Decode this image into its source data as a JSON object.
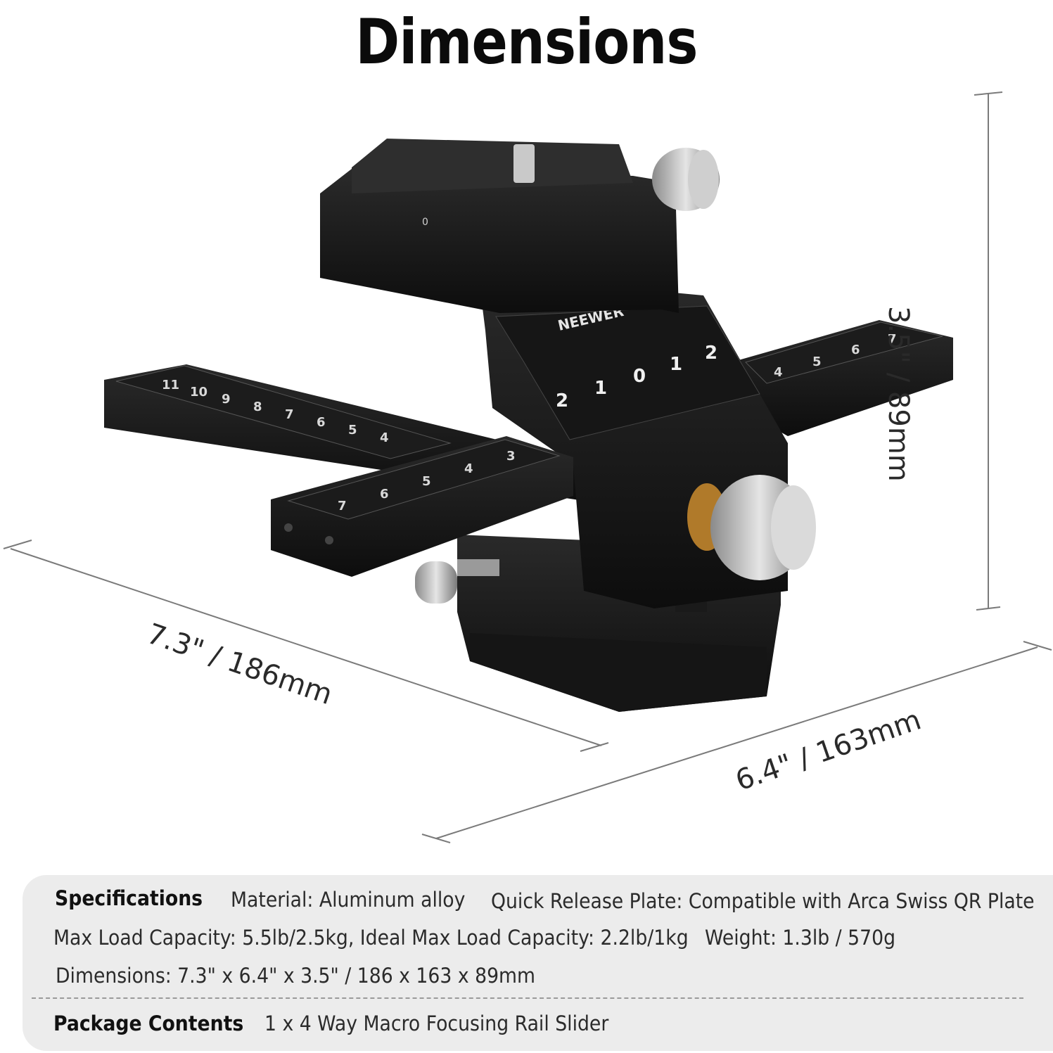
{
  "title": "Dimensions",
  "dimensions": {
    "depth": "7.3\" / 186mm",
    "width": "6.4\" / 163mm",
    "height": "3.5\" / 89mm"
  },
  "product": {
    "brand": "NEEWER",
    "rail_scale_center": [
      "2",
      "1",
      "0",
      "1",
      "2"
    ],
    "rail_scale_left": [
      "11",
      "10",
      "9",
      "8",
      "7",
      "6",
      "5",
      "4"
    ],
    "rail_scale_front": [
      "7",
      "6",
      "5",
      "4",
      "3"
    ],
    "rail_scale_right": [
      "4",
      "5",
      "6",
      "7"
    ]
  },
  "specs": {
    "spec_label": "Specifications",
    "material": "Material: Aluminum alloy",
    "qr_plate": "Quick Release Plate: Compatible with Arca Swiss QR Plate",
    "load": "Max Load Capacity: 5.5lb/2.5kg, Ideal Max Load Capacity: 2.2lb/1kg",
    "weight": "Weight: 1.3lb / 570g",
    "dims": "Dimensions: 7.3\" x 6.4\" x 3.5\" / 186 x 163 x 89mm",
    "package_label": "Package Contents",
    "package": "1 x 4 Way Macro Focusing Rail Slider"
  }
}
